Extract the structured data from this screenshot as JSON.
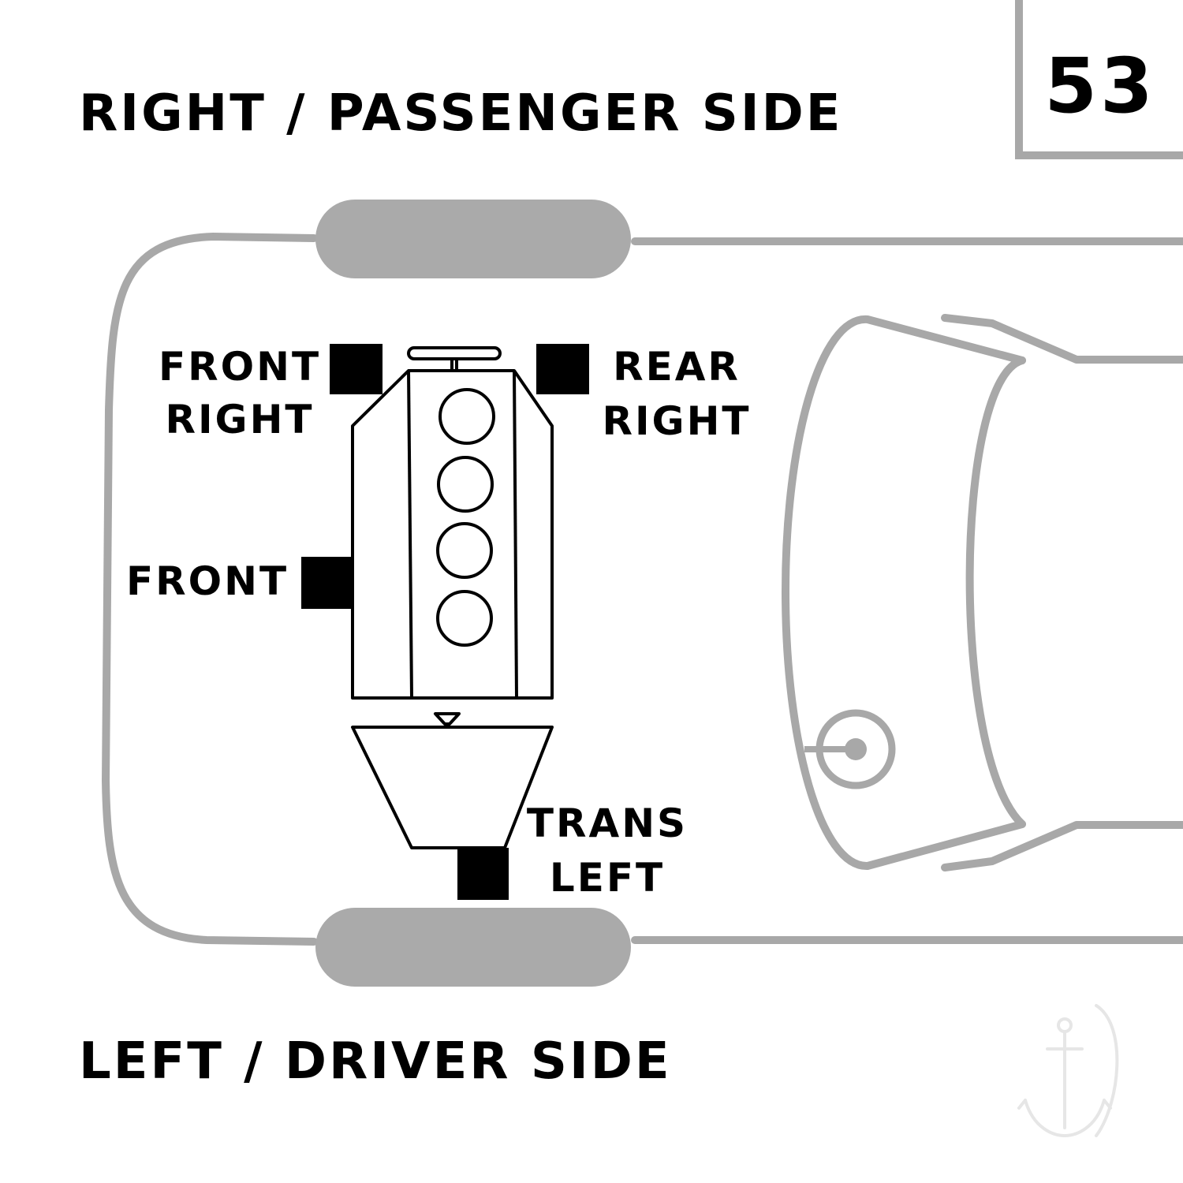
{
  "side_labels": {
    "top": "RIGHT / PASSENGER SIDE",
    "bottom": "LEFT / DRIVER SIDE"
  },
  "diagram_number": "53",
  "mounts": {
    "front_right": {
      "line1": "FRONT",
      "line2": "RIGHT"
    },
    "rear_right": {
      "line1": "REAR",
      "line2": "RIGHT"
    },
    "front": {
      "line1": "FRONT"
    },
    "trans_left": {
      "line1": "TRANS",
      "line2": "LEFT"
    }
  },
  "colors": {
    "outline_gray": "#a8a8a8",
    "tire_gray": "#aaaaaa",
    "mount_black": "#000000",
    "engine_stroke": "#000000"
  },
  "watermark_icon": "anchor-logo-icon"
}
